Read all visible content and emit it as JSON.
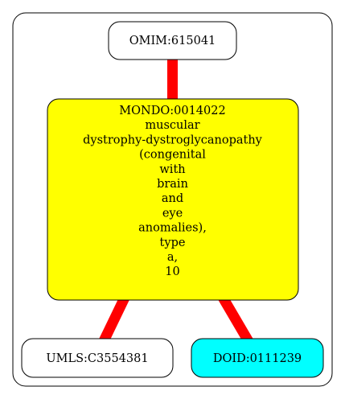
{
  "graph": {
    "nodes": {
      "omim": {
        "id": "OMIM:615041",
        "fill": "#ffffff"
      },
      "mondo": {
        "id": "MONDO:0014022",
        "fill": "#ffff00",
        "label_lines": [
          "MONDO:0014022",
          "muscular",
          "dystrophy-dystroglycanopathy",
          "(congenital",
          "with",
          "brain",
          "and",
          "eye",
          "anomalies),",
          "type",
          "a,",
          "10"
        ]
      },
      "umls": {
        "id": "UMLS:C3554381",
        "fill": "#ffffff"
      },
      "doid": {
        "id": "DOID:0111239",
        "fill": "#00ffff"
      }
    },
    "edges": [
      {
        "from": "omim",
        "to": "mondo",
        "color": "#ff0000"
      },
      {
        "from": "mondo",
        "to": "umls",
        "color": "#ff0000"
      },
      {
        "from": "mondo",
        "to": "doid",
        "color": "#ff0000"
      }
    ]
  }
}
